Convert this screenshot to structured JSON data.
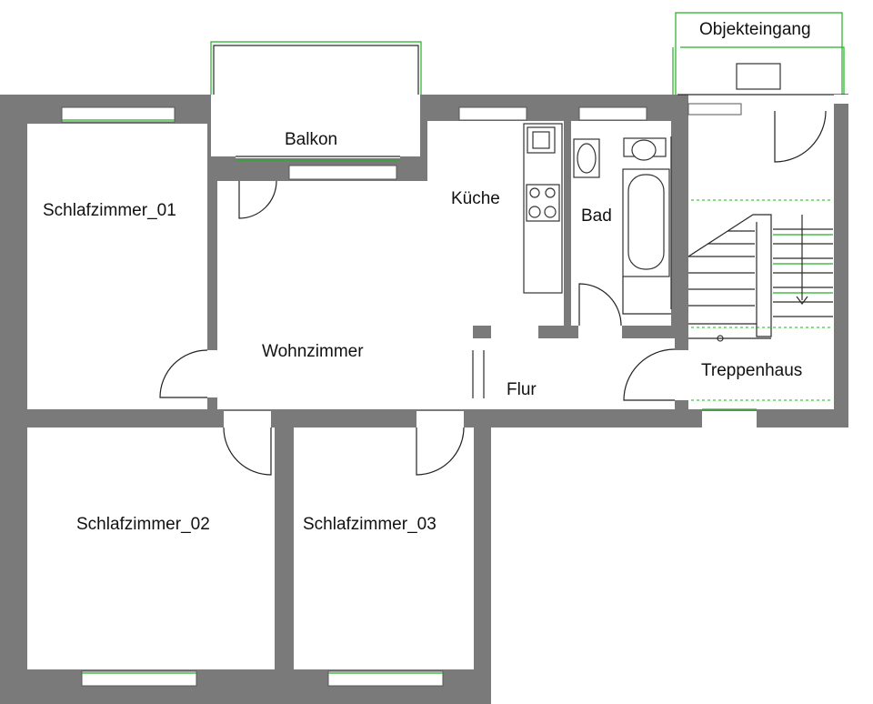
{
  "rooms": {
    "objekteingang": "Objekteingang",
    "balkon": "Balkon",
    "kueche": "Küche",
    "bad": "Bad",
    "schlafzimmer_01": "Schlafzimmer_01",
    "wohnzimmer": "Wohnzimmer",
    "flur": "Flur",
    "treppenhaus": "Treppenhaus",
    "schlafzimmer_02": "Schlafzimmer_02",
    "schlafzimmer_03": "Schlafzimmer_03"
  },
  "colors": {
    "wall": "#7a7a7a",
    "annotation_line": "#22b022",
    "background": "#ffffff"
  }
}
